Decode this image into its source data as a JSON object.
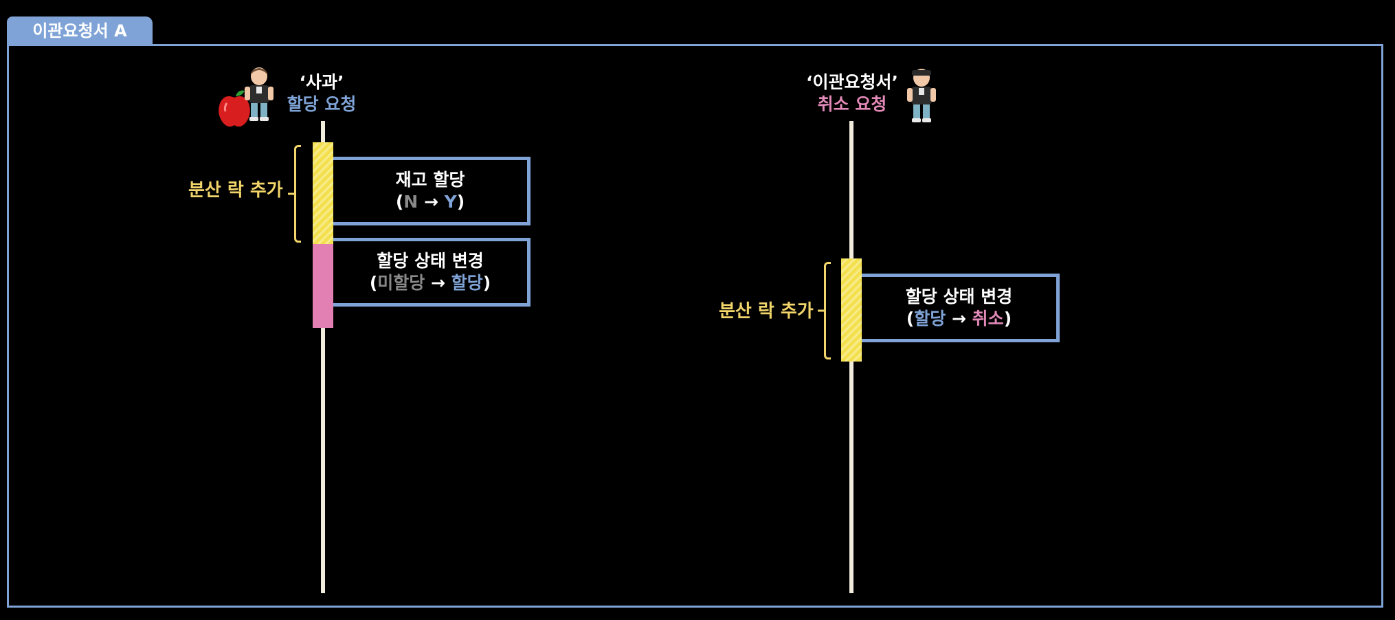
{
  "tab": {
    "title": "이관요청서 A"
  },
  "left": {
    "actor_name": "‘사과’",
    "actor_action": "할당 요청",
    "lock_label": "분산 락 추가",
    "box1": {
      "title": "재고 할당",
      "open": "(",
      "from": "N",
      "arrow": " → ",
      "to": "Y",
      "close": ")"
    },
    "box2": {
      "title": "할당 상태 변경",
      "open": "(",
      "from": "미할당",
      "arrow": " → ",
      "to": "할당",
      "close": ")"
    }
  },
  "right": {
    "actor_name": "‘이관요청서’",
    "actor_action": "취소 요청",
    "lock_label": "분산 락 추가",
    "box1": {
      "title": "할당 상태 변경",
      "open": "(",
      "from": "할당",
      "arrow": " → ",
      "to": "취소",
      "close": ")"
    }
  },
  "colors": {
    "frame": "#7fa3d6",
    "lock": "#f2d56b",
    "activation_lock": "#f4e04f",
    "activation_pink": "#e27fb3",
    "cancel_text": "#e38ab8",
    "muted_text": "#8a8a8a"
  },
  "icons": {
    "left_actor": "person-icon",
    "left_prop": "apple-icon",
    "right_actor": "person-icon"
  }
}
